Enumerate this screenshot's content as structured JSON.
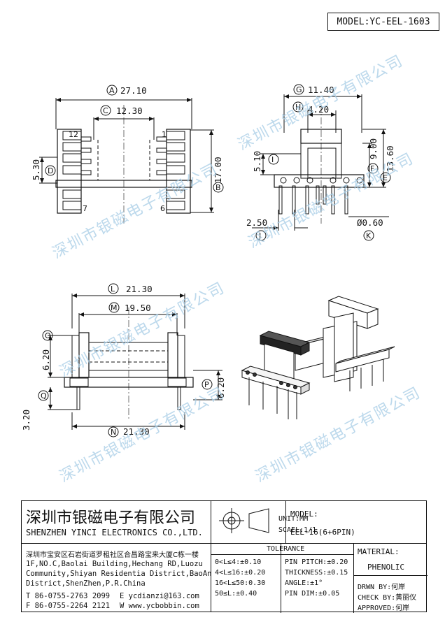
{
  "model_label": "MODEL:YC-EEL-1603",
  "dimensions": {
    "A": "27.10",
    "B": "17.00",
    "C": "12.30",
    "D": "5.30",
    "E": "13.60",
    "F": "9.00",
    "G": "11.40",
    "H": "4.20",
    "I": "5.10",
    "J": "2.50",
    "K": "Ø0.60",
    "L": "21.30",
    "M": "19.50",
    "N": "21.30",
    "O": "6.20",
    "P": "6.20",
    "Q": "3.20"
  },
  "pin_numbers": {
    "top_left": "12",
    "top_right": "1",
    "bottom_left": "7",
    "bottom_right": "6"
  },
  "watermark": "深圳市银磁电子有限公司",
  "title_block": {
    "company_cn": "深圳市银磁电子有限公司",
    "company_en": "SHENZHEN YINCI ELECTRONICS CO.,LTD.",
    "address_cn": "深圳市宝安区石岩街道罗租社区合昌路宝来大厦C栋一楼",
    "address_en": [
      "1F,NO.C,Baolai Building,Hechang RD,Luozu",
      "Community,Shiyan Residentia District,BaoAn",
      "District,ShenZhen,P.R.China"
    ],
    "tel": "T 86-0755-2763 2099",
    "fax": "F 86-0755-2264 2121",
    "email": "E ycdianzi@163.com",
    "web": "W www.ycbobbin.com",
    "unit": "UNIT:MM",
    "scale": "SCAEL:1/1",
    "model_title": "MODEL:",
    "model_value": "EEL-16(6+6PIN)",
    "tolerance_title": "TOLERANCE",
    "tolerances": [
      "0<L≤4:±0.10",
      "4<L≤16:±0.20",
      "16<L≤50:0.30",
      "50≤L:±0.40"
    ],
    "specs": [
      "PIN PITCH:±0.20",
      "THICKNESS:±0.15",
      "ANGLE:±1°",
      "PIN DIM:±0.05"
    ],
    "material_title": "MATERIAL:",
    "material_value": "PHENOLIC",
    "drawn_by": "DRWN BY:何岸",
    "check_by": "CHECK BY:黄丽仪",
    "approved": "APPROVED:何岸"
  }
}
